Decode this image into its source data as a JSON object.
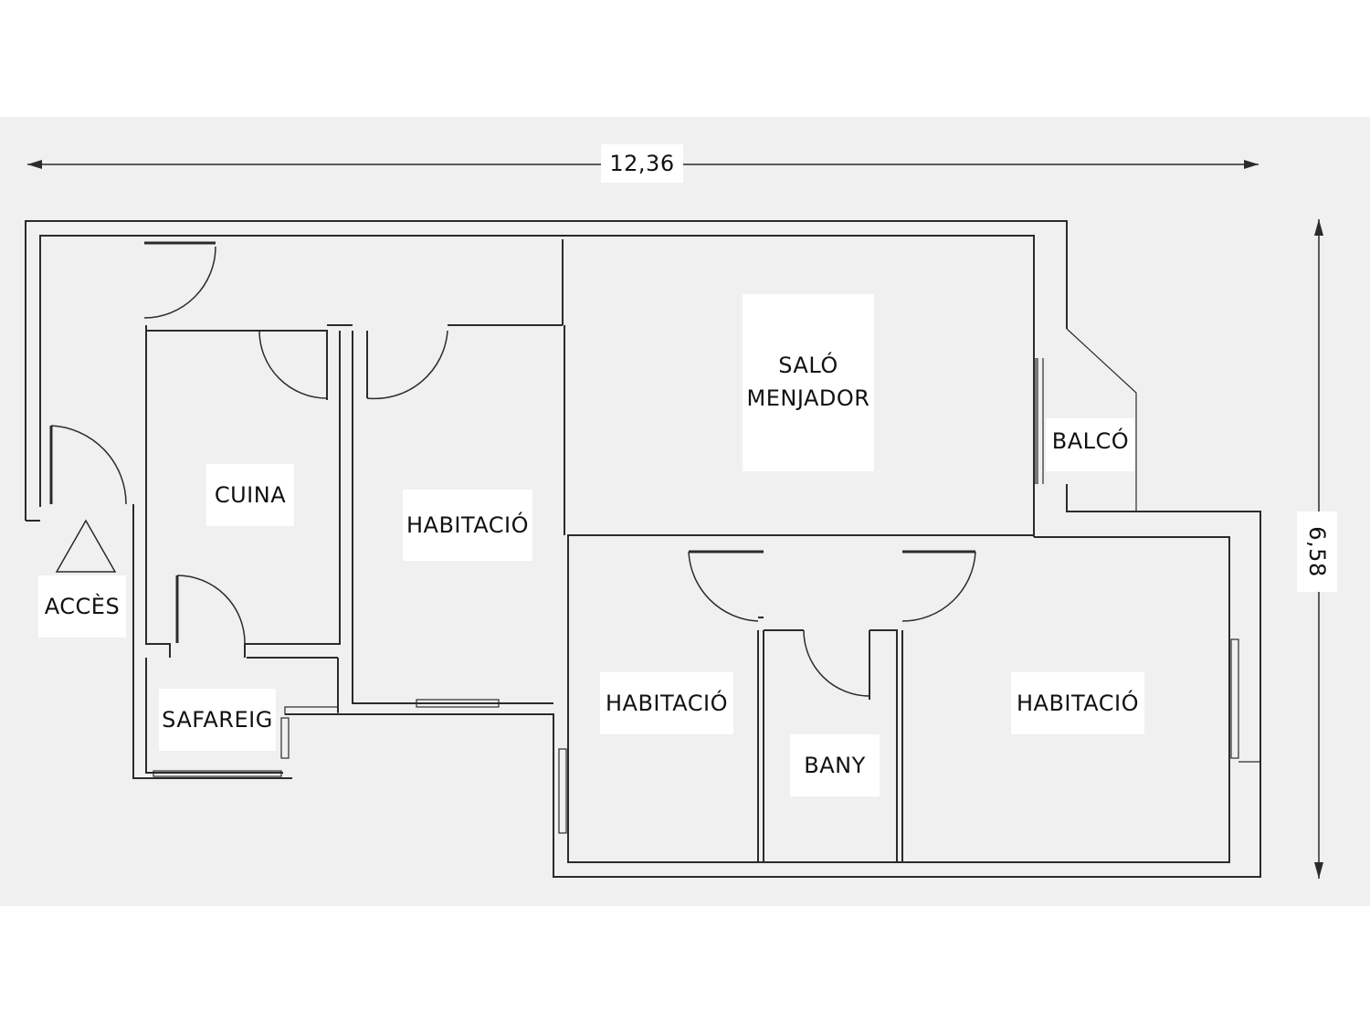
{
  "dimensions": {
    "width": "12,36",
    "height": "6,58"
  },
  "rooms": {
    "salo_line1": "SALÓ",
    "salo_line2": "MENJADOR",
    "balco": "BALCÓ",
    "cuina": "CUINA",
    "habitacio_1": "HABITACIÓ",
    "acces": "ACCÈS",
    "safareig": "SAFAREIG",
    "habitacio_2": "HABITACIÓ",
    "bany": "BANY",
    "habitacio_3": "HABITACIÓ"
  },
  "colors": {
    "background": "#f0f0f0",
    "wall": "#2b2b2b",
    "label_bg": "#ffffff"
  }
}
